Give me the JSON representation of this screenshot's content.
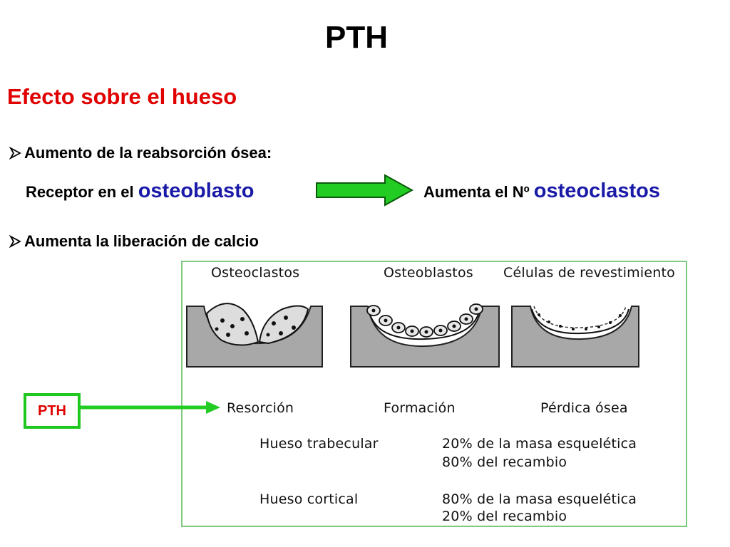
{
  "slide": {
    "title": "PTH",
    "subtitle": "Efecto sobre el hueso",
    "bullet1": "Aumento de la reabsorción ósea:",
    "receptor_prefix": "Receptor en el ",
    "receptor_term": "osteoblasto",
    "result_prefix": "Aumenta el Nº ",
    "result_term": "osteoclastos",
    "bullet2": "Aumenta la liberación de calcio"
  },
  "figure": {
    "cell_labels": [
      "Osteoclastos",
      "Osteoblastos",
      "Células de revestimiento"
    ],
    "process_labels": [
      "Resorción",
      "Formación",
      "Pérdica ósea"
    ],
    "bone_rows": [
      {
        "type": "Hueso trabecular",
        "lines": [
          "20% de la masa esquelética",
          "80% del recambio"
        ]
      },
      {
        "type": "Hueso cortical",
        "lines": [
          "80% de la masa esquelética",
          "20% del recambio"
        ]
      }
    ]
  },
  "pth_box": {
    "label": "PTH"
  },
  "colors": {
    "title_red": "#e00000",
    "term_blue": "#1a1aa8",
    "arrow_green": "#22cc22",
    "panel_border": "#7ec97e",
    "bone_gray": "#a8a8a8"
  }
}
